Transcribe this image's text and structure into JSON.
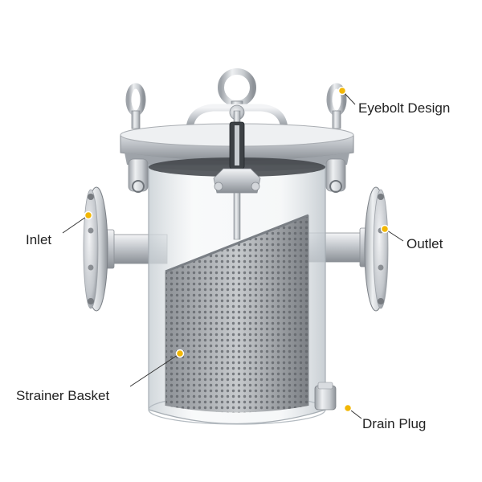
{
  "colors": {
    "marker": "#f2b705",
    "leader": "#333333",
    "steel_light": "#eef0f2",
    "steel_mid": "#b9bdc2",
    "steel_dark": "#7d8288",
    "glass": "#dfe5e9",
    "mesh_dark": "#6d7074",
    "background": "#ffffff"
  },
  "callouts": {
    "eyebolt": {
      "label": "Eyebolt Design",
      "icon": "eyebolt-icon"
    },
    "inlet": {
      "label": "Inlet",
      "icon": "flange-icon"
    },
    "outlet": {
      "label": "Outlet",
      "icon": "flange-icon"
    },
    "basket": {
      "label": "Strainer Basket",
      "icon": "mesh-icon"
    },
    "drain": {
      "label": "Drain Plug",
      "icon": "plug-icon"
    }
  }
}
